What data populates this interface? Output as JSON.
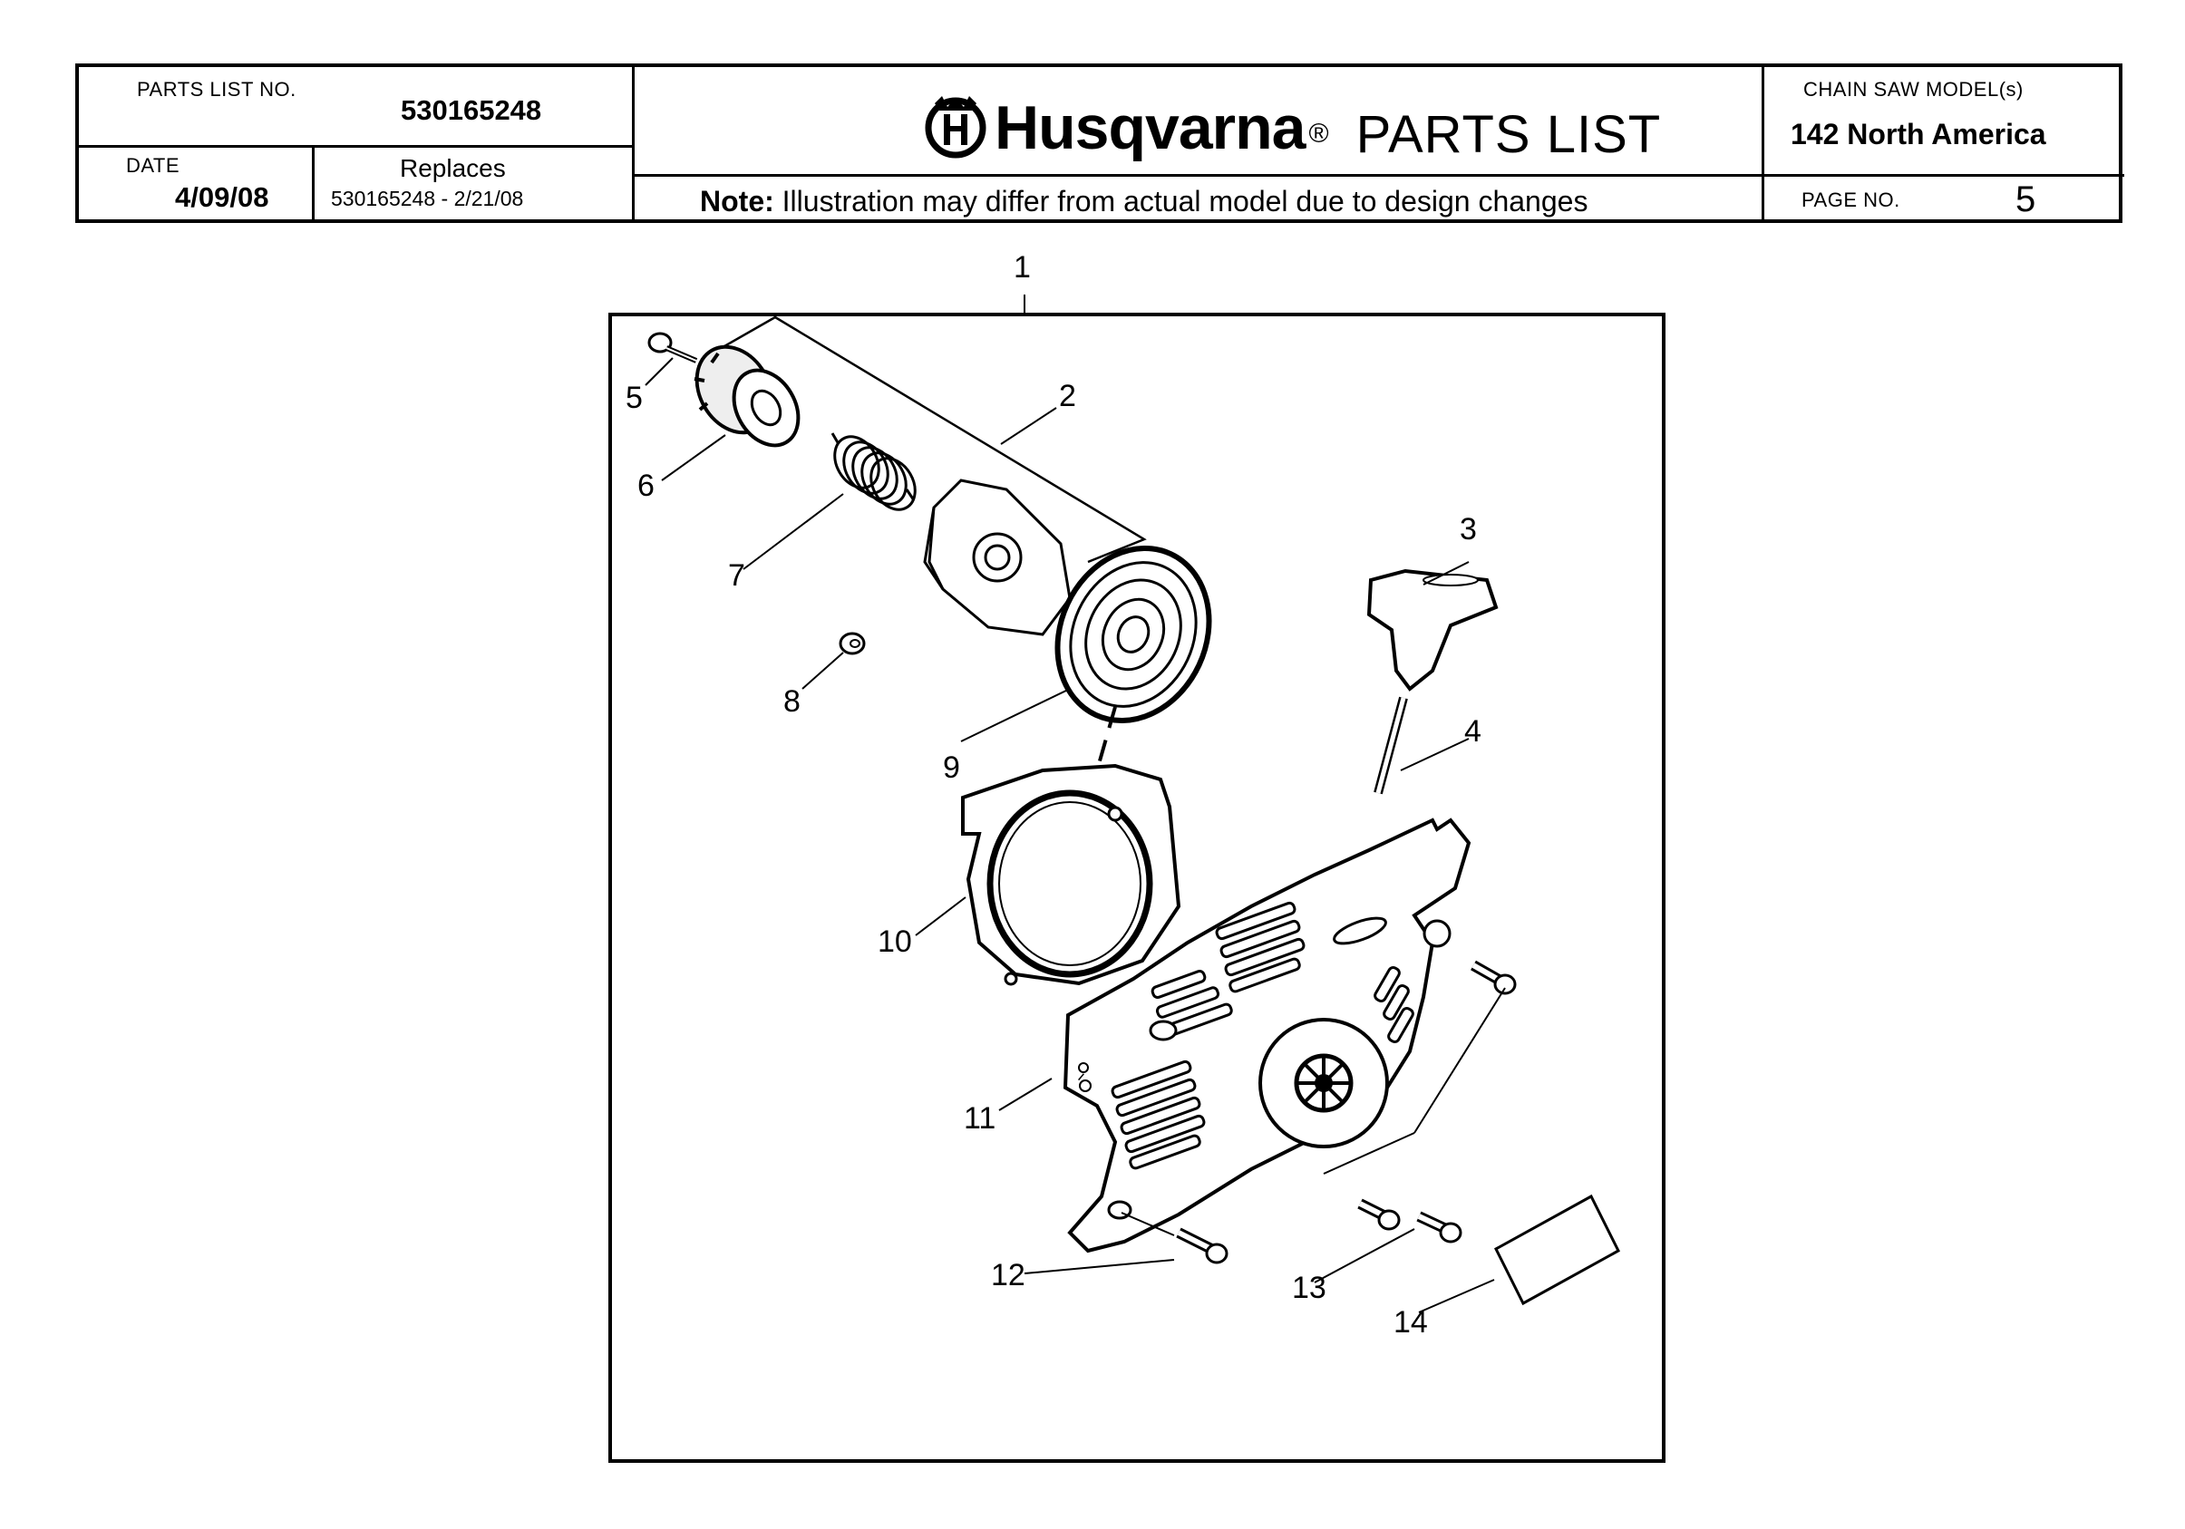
{
  "header": {
    "parts_list_no_label": "PARTS LIST NO.",
    "parts_list_no": "530165248",
    "date_label": "DATE",
    "date": "4/09/08",
    "replaces_label": "Replaces",
    "replaces_value": "530165248 - 2/21/08",
    "brand": "Husqvarna",
    "brand_reg": "®",
    "title": "PARTS LIST",
    "note_bold": "Note:",
    "note_text": " Illustration may differ from actual model due to design changes",
    "model_label": "CHAIN SAW MODEL(s)",
    "model": "142 North America",
    "page_label": "PAGE   NO.",
    "page_no": "5"
  },
  "diagram": {
    "callouts": [
      "1",
      "2",
      "3",
      "4",
      "5",
      "6",
      "7",
      "8",
      "9",
      "10",
      "11",
      "12",
      "13",
      "14"
    ]
  }
}
